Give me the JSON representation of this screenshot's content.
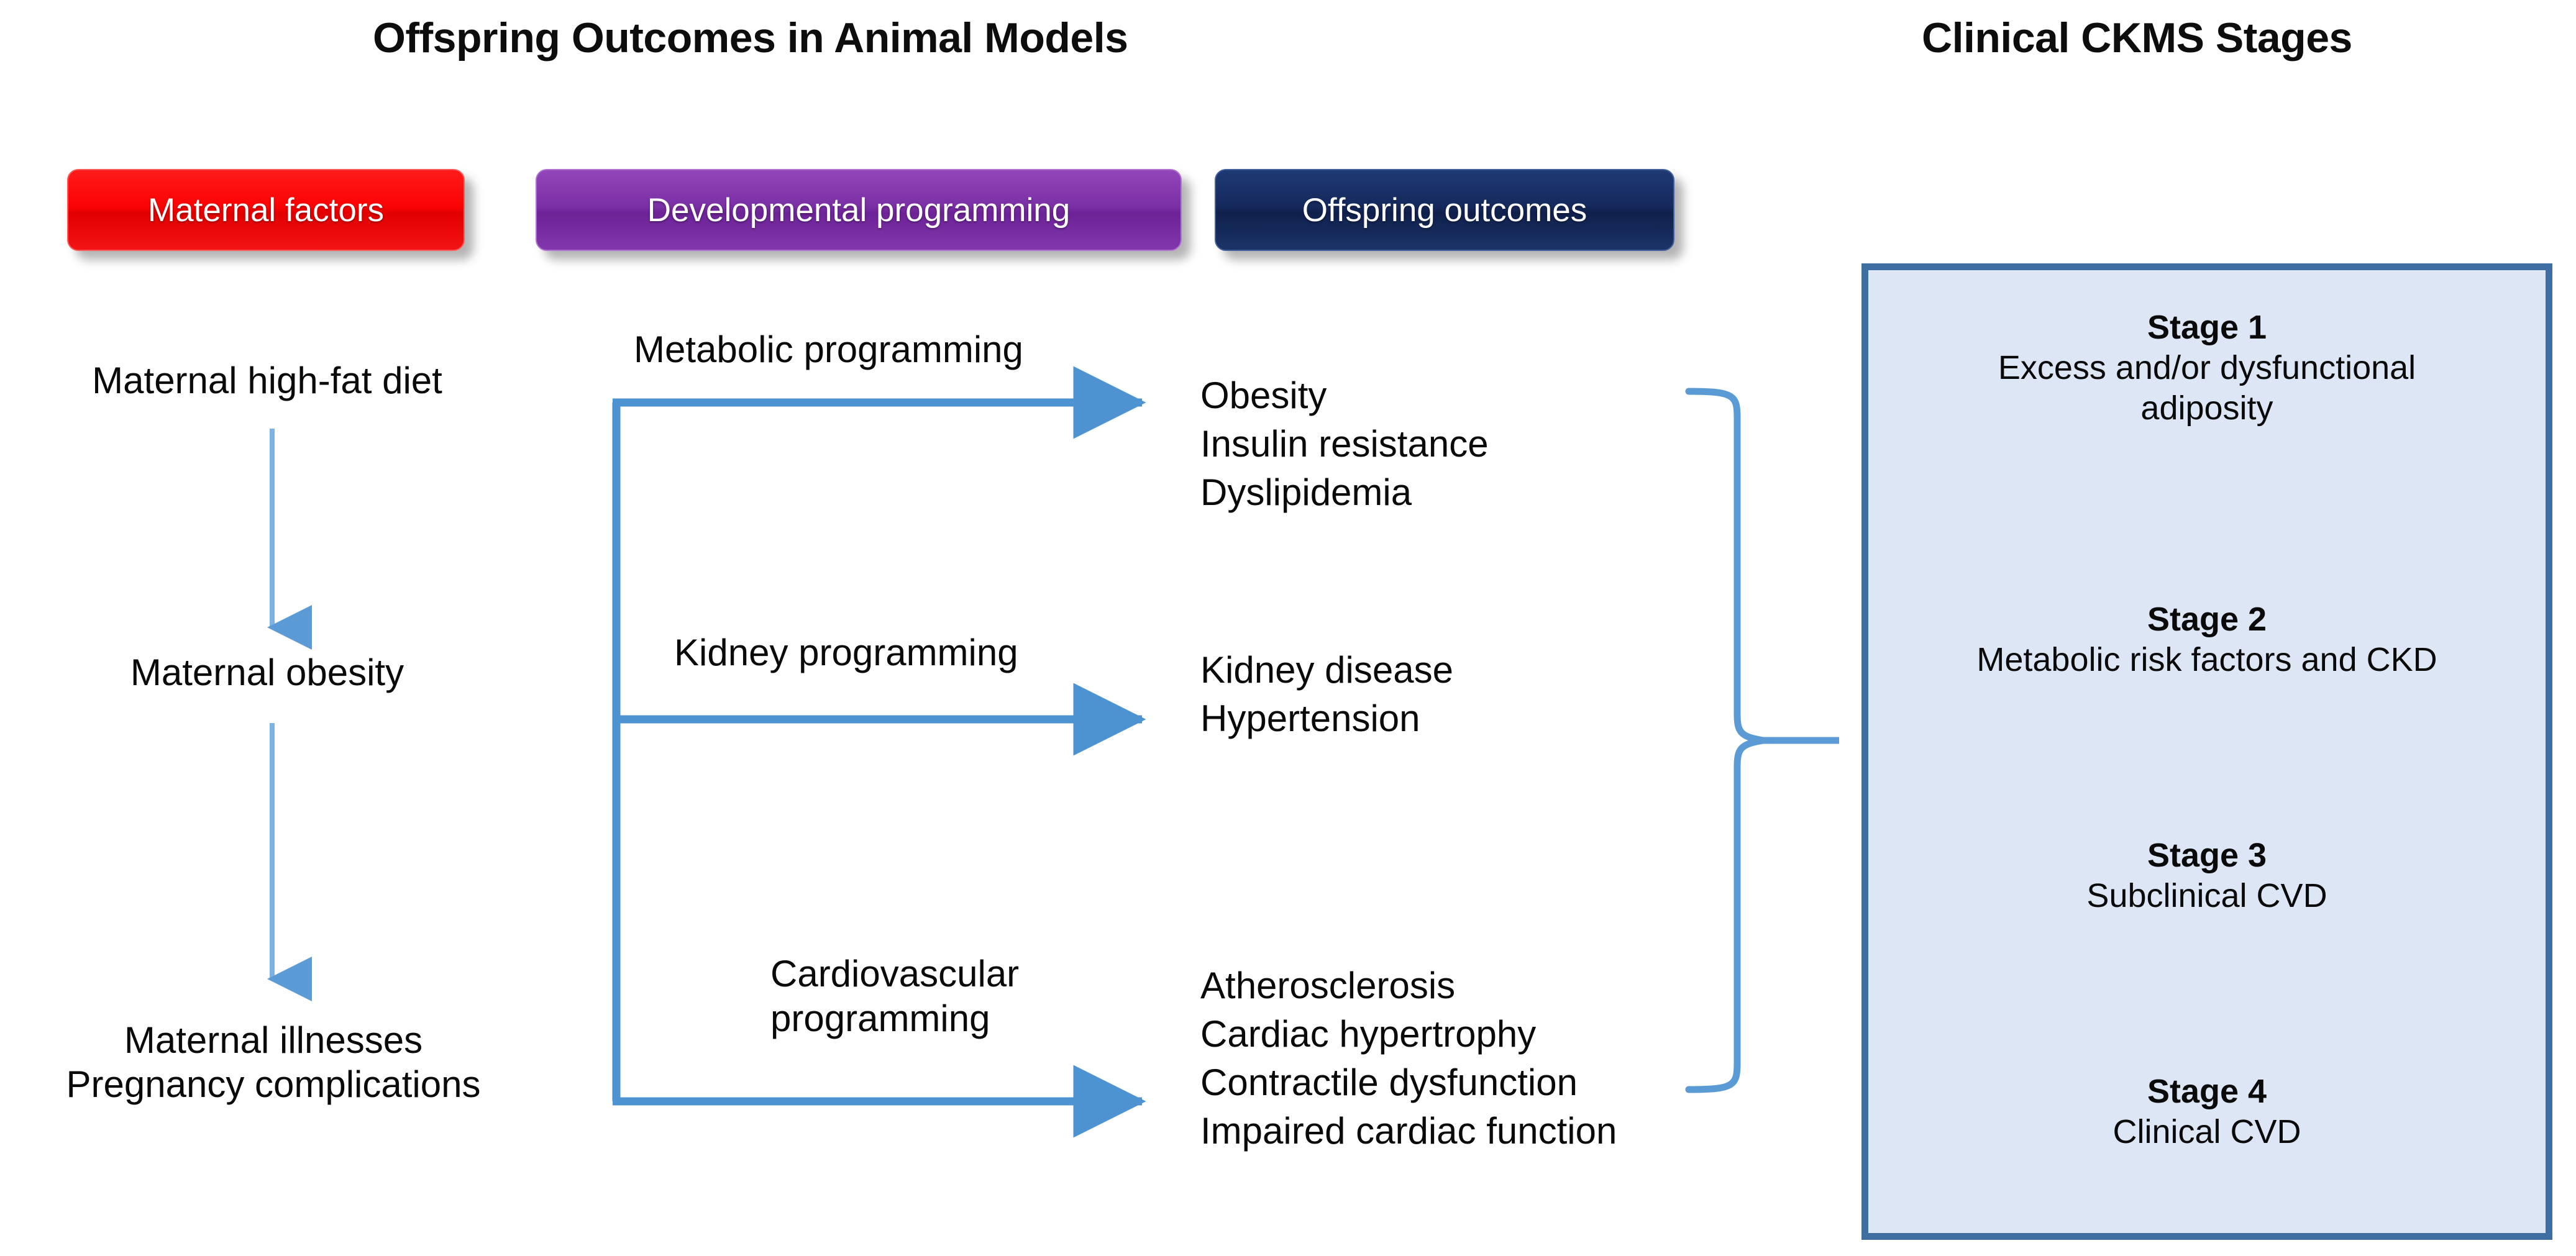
{
  "headers": {
    "left": "Offspring Outcomes in Animal Models",
    "right": "Clinical CKMS Stages"
  },
  "legend": {
    "maternal": {
      "label": "Maternal factors",
      "color": "#fb0303"
    },
    "developmental": {
      "label": "Developmental programming",
      "color": "#7b2fa5"
    },
    "outcomes": {
      "label": "Offspring outcomes",
      "color": "#15295c"
    }
  },
  "maternal_chain": [
    {
      "label": "Maternal high-fat diet"
    },
    {
      "label": "Maternal obesity"
    },
    {
      "label": "Maternal illnesses\nPregnancy complications"
    }
  ],
  "maternal_chain_lines": {
    "node1": "Maternal high-fat diet",
    "node2": "Maternal obesity",
    "node3_line1": "Maternal illnesses",
    "node3_line2": "Pregnancy complications"
  },
  "programming": {
    "metabolic": "Metabolic programming",
    "kidney": "Kidney programming",
    "cardio_line1": "Cardiovascular",
    "cardio_line2": "programming"
  },
  "outcomes": {
    "metabolic": [
      "Obesity",
      "Insulin resistance",
      "Dyslipidemia"
    ],
    "kidney": [
      "Kidney disease",
      "Hypertension"
    ],
    "cardio": [
      "Atherosclerosis",
      "Cardiac hypertrophy",
      "Contractile dysfunction",
      "Impaired cardiac function"
    ],
    "metabolic_l1": "Obesity",
    "metabolic_l2": "Insulin resistance",
    "metabolic_l3": "Dyslipidemia",
    "kidney_l1": "Kidney disease",
    "kidney_l2": "Hypertension",
    "cardio_l1": "Atherosclerosis",
    "cardio_l2": "Cardiac hypertrophy",
    "cardio_l3": "Contractile dysfunction",
    "cardio_l4": "Impaired cardiac function"
  },
  "ckms_stages": [
    {
      "title": "Stage 1",
      "desc": "Excess and/or dysfunctional adiposity"
    },
    {
      "title": "Stage 2",
      "desc": "Metabolic risk factors and CKD"
    },
    {
      "title": "Stage 3",
      "desc": "Subclinical CVD"
    },
    {
      "title": "Stage 4",
      "desc": "Clinical CVD"
    }
  ],
  "ckms_flat": {
    "s1_title": "Stage 1",
    "s1_desc_l1": "Excess and/or dysfunctional",
    "s1_desc_l2": "adiposity",
    "s2_title": "Stage 2",
    "s2_desc": "Metabolic risk factors and CKD",
    "s3_title": "Stage 3",
    "s3_desc": "Subclinical CVD",
    "s4_title": "Stage 4",
    "s4_desc": "Clinical CVD"
  },
  "colors": {
    "arrow_blue": "#4d93d2",
    "arrow_blue_light": "#6fb0e3",
    "panel_fill": "#dce6f4",
    "panel_border": "#3f6ea3"
  }
}
